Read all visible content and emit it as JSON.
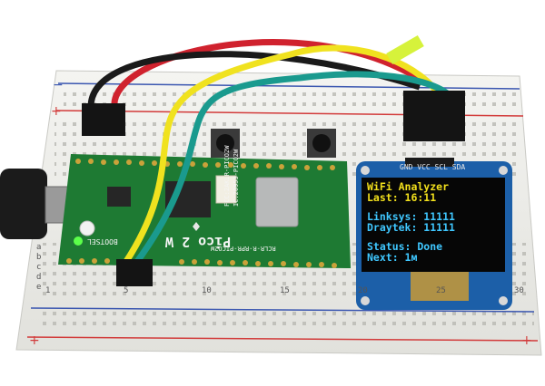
{
  "oled": {
    "title": "WiFi Analyzer",
    "last": "Last: 16:11",
    "linksys": "Linksys: 11111",
    "draytek": "Draytek: 11111",
    "status": "Status: Done",
    "next": "Next: 1м"
  },
  "oled_pins": "GND VCC SCL SDA",
  "pico": {
    "model": "Pico 2 W",
    "bootsel": "BOOTSEL",
    "fcc1": "FCC:2AKLR-PICO2W",
    "fcc2": "IC:20953-PICO2W",
    "model_code": "RCLR-R-RPR-PICO2W"
  },
  "breadboard": {
    "row_letters": [
      "a",
      "b",
      "c",
      "d",
      "e"
    ],
    "column_numbers": [
      "1",
      "5",
      "10",
      "15",
      "20",
      "25",
      "30"
    ]
  },
  "colors": {
    "board_green": "#1e7a33",
    "breadboard": "#efefec",
    "oled_pcb": "#1c5fa8",
    "wire_yellow": "#f0e21f",
    "wire_teal": "#1a9a8e",
    "wire_red": "#d0222e",
    "wire_black": "#1a1a1a"
  },
  "icons": [
    "raspberry-logo-icon",
    "usb-connector-icon",
    "led-icon"
  ]
}
